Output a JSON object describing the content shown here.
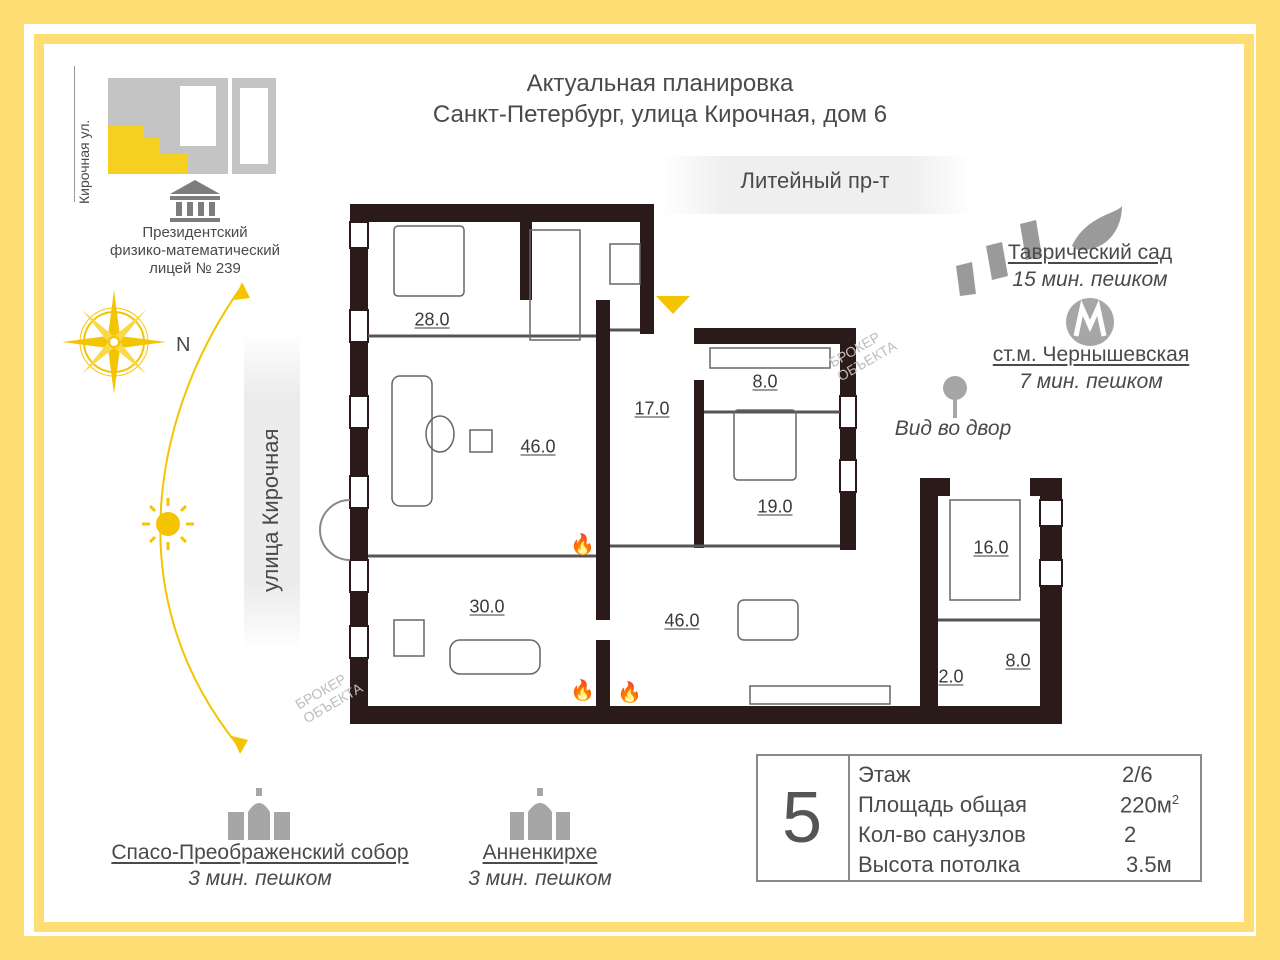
{
  "header": {
    "title_line1": "Актуальная планировка",
    "title_line2": "Санкт-Петербург, улица Кирочная, дом 6"
  },
  "streets": {
    "top": "Литейный пр-т",
    "left": "улица Кирочная",
    "minimap": "Кирочная ул."
  },
  "compass": {
    "north": "N"
  },
  "landmarks": {
    "lyceum": [
      "Президентский",
      "физико-математический",
      "лицей № 239"
    ],
    "garden": {
      "name": "Таврический сад",
      "time": "15 мин. пешком"
    },
    "metro": {
      "name": "ст.м. Чернышевская",
      "time": "7 мин. пешком"
    },
    "view": "Вид во двор",
    "cathedral": {
      "name": "Спасо-Преображенский собор",
      "time": "3 мин. пешком"
    },
    "church": {
      "name": "Анненкирхе",
      "time": "3 мин. пешком"
    }
  },
  "rooms": [
    "28.0",
    "46.0",
    "17.0",
    "8.0",
    "19.0",
    "16.0",
    "30.0",
    "46.0",
    "2.0",
    "8.0"
  ],
  "watermark": {
    "line1": "БРОКЕР",
    "line2": "ОБЪЕКТА"
  },
  "info": {
    "floor_number": "5",
    "rows": [
      {
        "label": "Этаж",
        "value": "2/6"
      },
      {
        "label": "Площадь общая",
        "value": "220м"
      },
      {
        "label": "Кол-во санузлов",
        "value": "2"
      },
      {
        "label": "Высота потолка",
        "value": "3.5м"
      }
    ],
    "area_sup": "2"
  },
  "colors": {
    "frame": "#fedd73",
    "wall": "#2a1a1a",
    "accent": "#f5c400",
    "gray": "#c4c4c4"
  }
}
